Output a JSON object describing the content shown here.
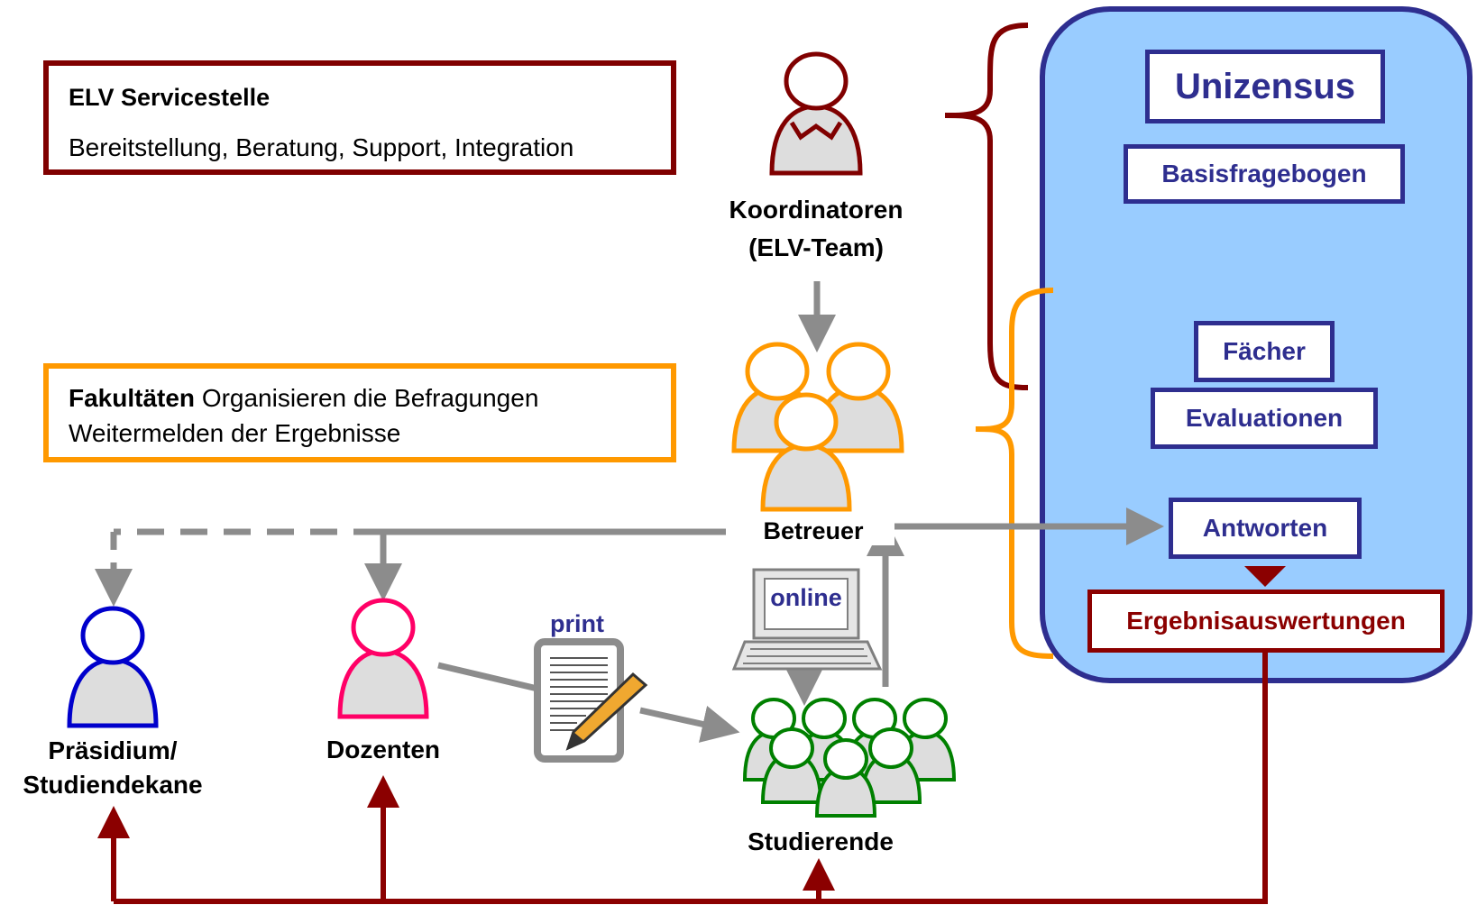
{
  "servicestelle": {
    "title": "ELV Servicestelle",
    "text": "Bereitstellung, Beratung, Support, Integration",
    "color": "#800000"
  },
  "fakultaeten": {
    "title": "Fakultäten",
    "text_line1": "Organisieren die Befragungen",
    "text_line2": "Weitermelden der Ergebnisse",
    "color": "#ff9900"
  },
  "actors": {
    "koordinatoren_line1": "Koordinatoren",
    "koordinatoren_line2": "(ELV-Team)",
    "betreuer": "Betreuer",
    "praesidium_line1": "Präsidium/",
    "praesidium_line2": "Studiendekane",
    "dozenten": "Dozenten",
    "studierende": "Studierende"
  },
  "channels": {
    "print": "print",
    "online": "online"
  },
  "unizensus": {
    "title": "Unizensus",
    "basisfragebogen": "Basisfragebogen",
    "faecher": "Fächer",
    "evaluationen": "Evaluationen",
    "antworten": "Antworten",
    "ergebnisauswertungen": "Ergebnisauswertungen",
    "panel_color": "#99ccff",
    "border_color": "#2e2e8f"
  },
  "colors": {
    "koordinatoren": "#800000",
    "betreuer": "#ff9900",
    "praesidium": "#0000cc",
    "dozenten": "#ff0066",
    "studierende": "#008000",
    "flow_gray": "#8c8c8c",
    "results_red": "#8b0000"
  }
}
